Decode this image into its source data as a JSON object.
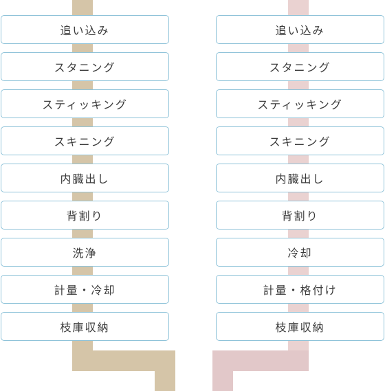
{
  "colors": {
    "left_pipe": "#d5c5a8",
    "right_pipe": "#ead2d1",
    "right_pipe_bend": "#e2c8c9",
    "box_border": "#8fc3d9",
    "text": "#3a3a3a"
  },
  "left_flow": {
    "steps": [
      {
        "label": "追い込み"
      },
      {
        "label": "スタニング"
      },
      {
        "label": "スティッキング"
      },
      {
        "label": "スキニング"
      },
      {
        "label": "内臓出し"
      },
      {
        "label": "背割り"
      },
      {
        "label": "洗浄"
      },
      {
        "label": "計量・冷却"
      },
      {
        "label": "枝庫収納"
      }
    ]
  },
  "right_flow": {
    "steps": [
      {
        "label": "追い込み"
      },
      {
        "label": "スタニング"
      },
      {
        "label": "スティッキング"
      },
      {
        "label": "スキニング"
      },
      {
        "label": "内臓出し"
      },
      {
        "label": "背割り"
      },
      {
        "label": "冷却"
      },
      {
        "label": "計量・格付け"
      },
      {
        "label": "枝庫収納"
      }
    ]
  }
}
